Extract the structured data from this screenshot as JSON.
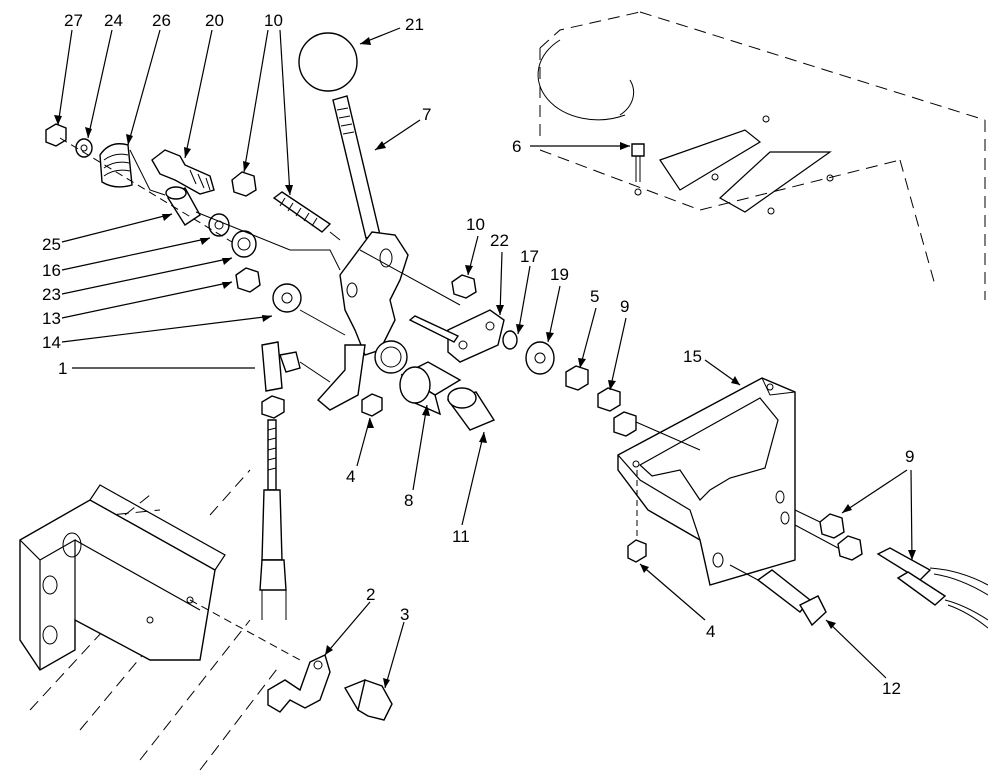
{
  "callouts": [
    {
      "id": "c27",
      "text": "27"
    },
    {
      "id": "c24",
      "text": "24"
    },
    {
      "id": "c26",
      "text": "26"
    },
    {
      "id": "c20",
      "text": "20"
    },
    {
      "id": "c10a",
      "text": "10"
    },
    {
      "id": "c21",
      "text": "21"
    },
    {
      "id": "c7",
      "text": "7"
    },
    {
      "id": "c6",
      "text": "6"
    },
    {
      "id": "c10b",
      "text": "10"
    },
    {
      "id": "c22",
      "text": "22"
    },
    {
      "id": "c17",
      "text": "17"
    },
    {
      "id": "c19",
      "text": "19"
    },
    {
      "id": "c5",
      "text": "5"
    },
    {
      "id": "c9a",
      "text": "9"
    },
    {
      "id": "c15",
      "text": "15"
    },
    {
      "id": "c25",
      "text": "25"
    },
    {
      "id": "c16",
      "text": "16"
    },
    {
      "id": "c23",
      "text": "23"
    },
    {
      "id": "c13",
      "text": "13"
    },
    {
      "id": "c14",
      "text": "14"
    },
    {
      "id": "c1",
      "text": "1"
    },
    {
      "id": "c4a",
      "text": "4"
    },
    {
      "id": "c8",
      "text": "8"
    },
    {
      "id": "c11",
      "text": "11"
    },
    {
      "id": "c9b",
      "text": "9"
    },
    {
      "id": "c4b",
      "text": "4"
    },
    {
      "id": "c12",
      "text": "12"
    },
    {
      "id": "c2",
      "text": "2"
    },
    {
      "id": "c3",
      "text": "3"
    }
  ]
}
